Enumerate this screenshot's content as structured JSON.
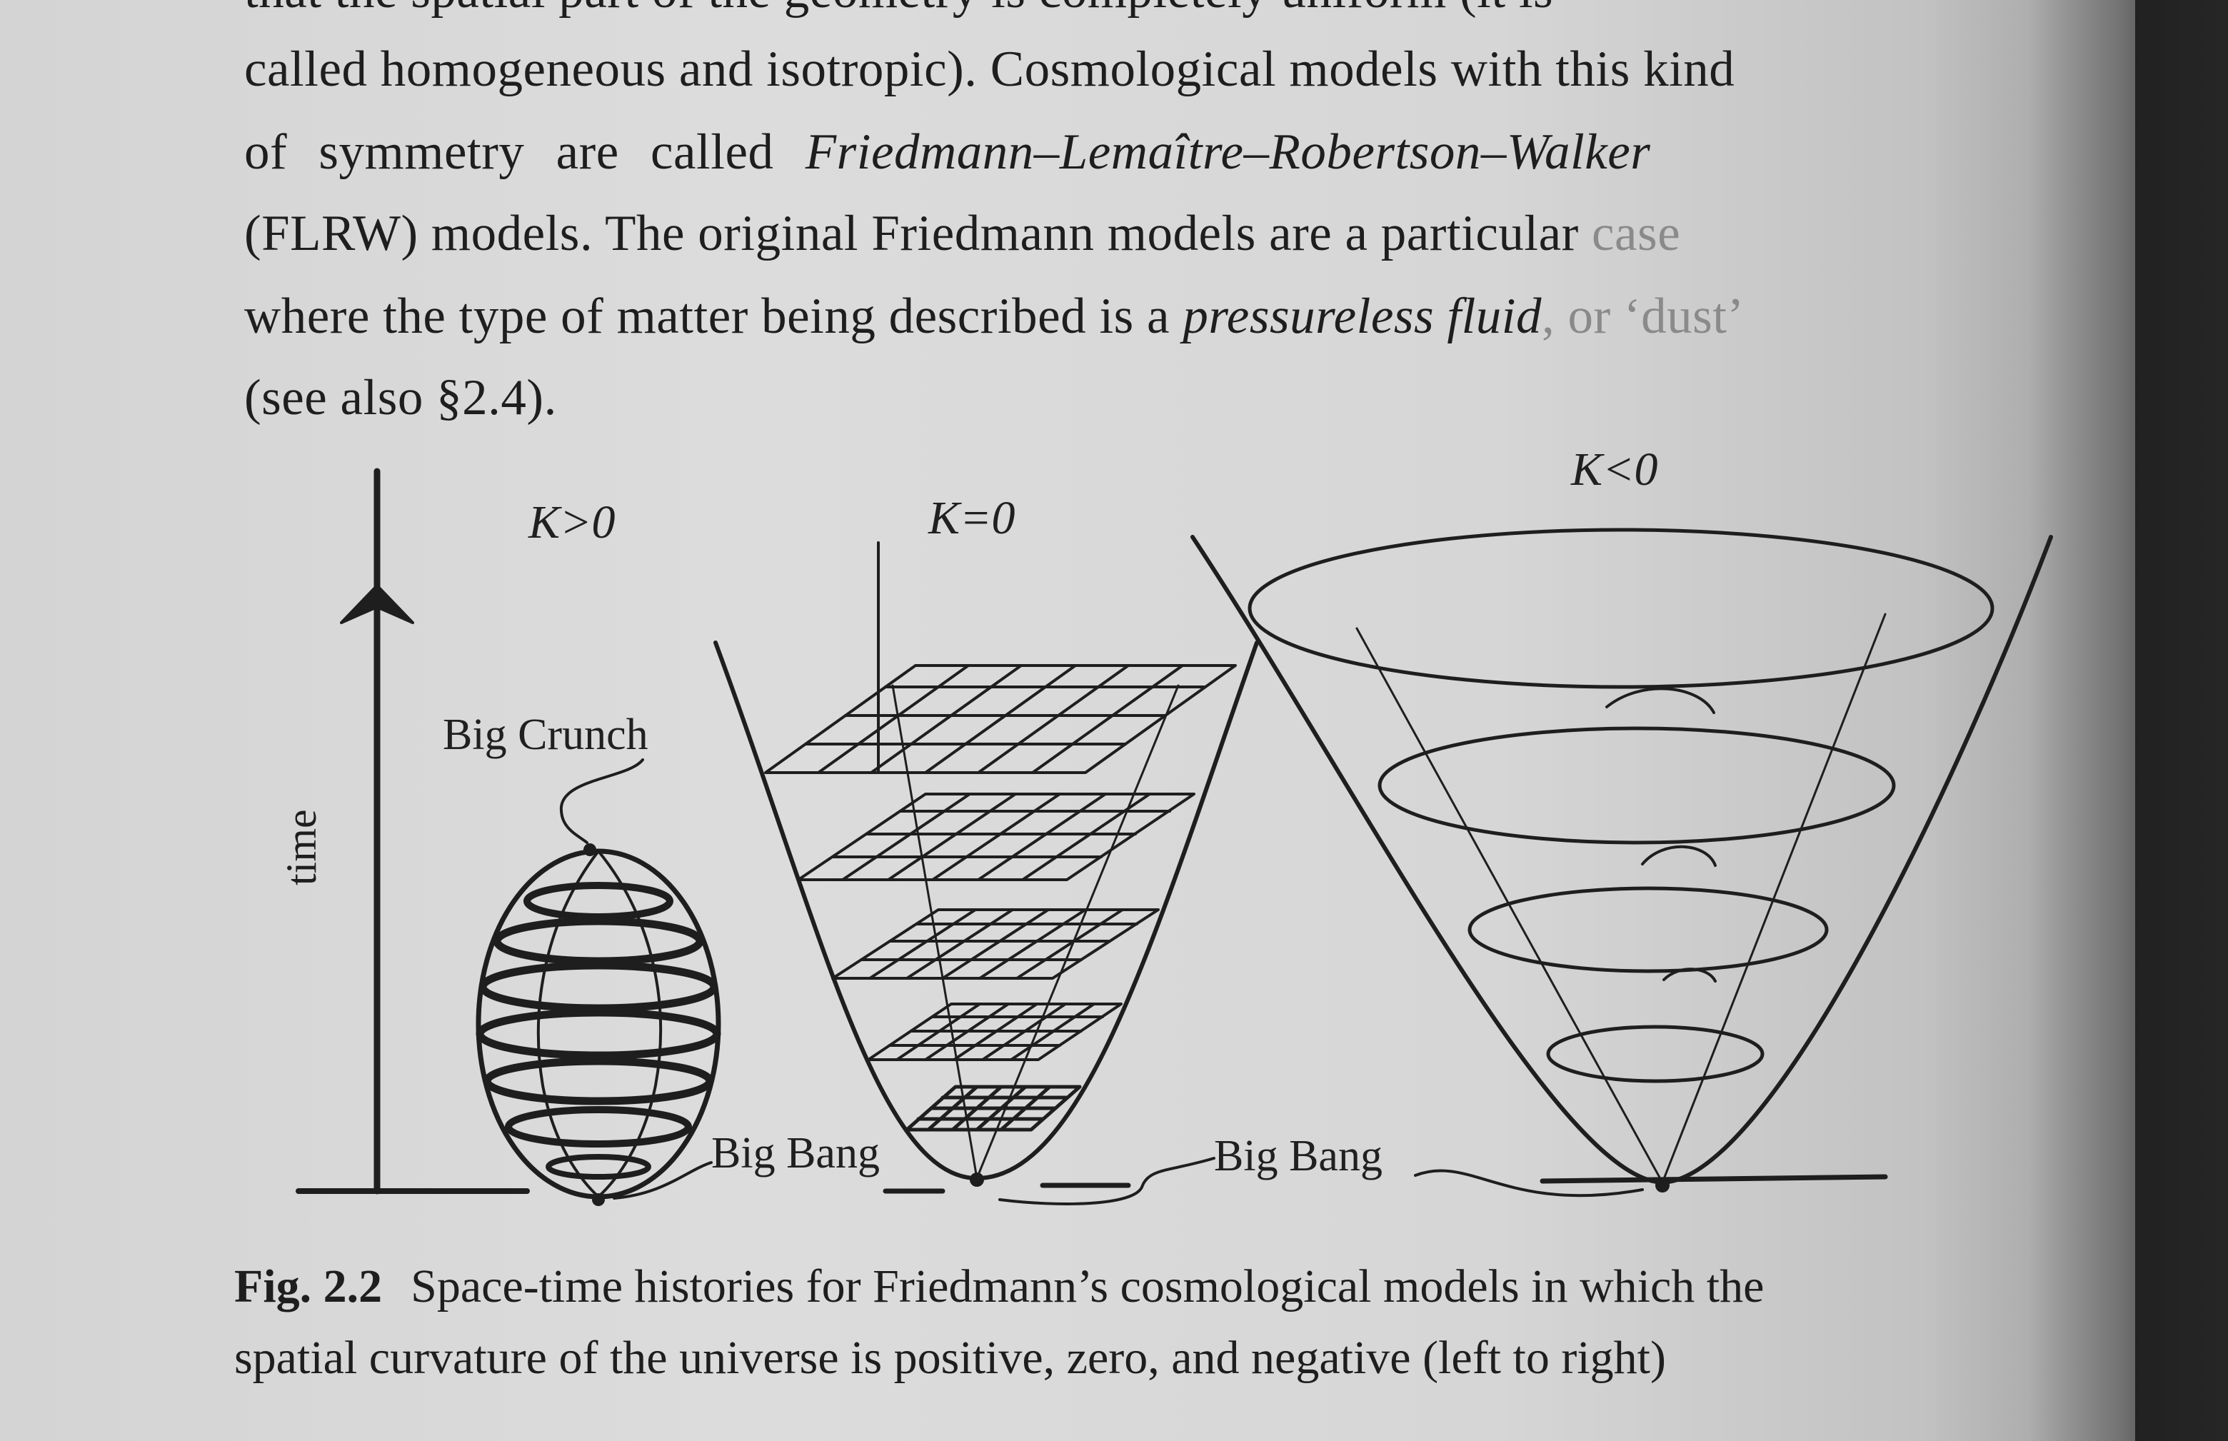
{
  "paragraph": {
    "line0_cut": "that the spatial part of the geometry is completely uniform (it is",
    "line1": "called homogeneous and isotropic). Cosmological models with this kind",
    "line2_a": "of symmetry are called ",
    "line2_italic": "Friedmann–Lemaître–Robertson–Walker",
    "line3_a": "(FLRW) models. The original Friedmann models are a particular ",
    "line3_faded": "case",
    "line4_a": "where the type of matter being described is a ",
    "line4_italic": "pressureless fluid",
    "line4_b": ", or ‘dust’",
    "line5": "(see also §2.4)."
  },
  "figure": {
    "labels": {
      "k_positive": "K>0",
      "k_zero": "K=0",
      "k_negative": "K<0",
      "big_crunch": "Big Crunch",
      "big_bang_left": "Big Bang",
      "big_bang_right": "Big Bang",
      "time_axis": "time"
    },
    "ink_color": "#1e1e1e"
  },
  "caption": {
    "number": "Fig. 2.2",
    "line1": "Space-time histories for Friedmann’s cosmological models in which the",
    "line2": "spatial curvature of the universe is positive, zero, and negative (left to right)"
  }
}
